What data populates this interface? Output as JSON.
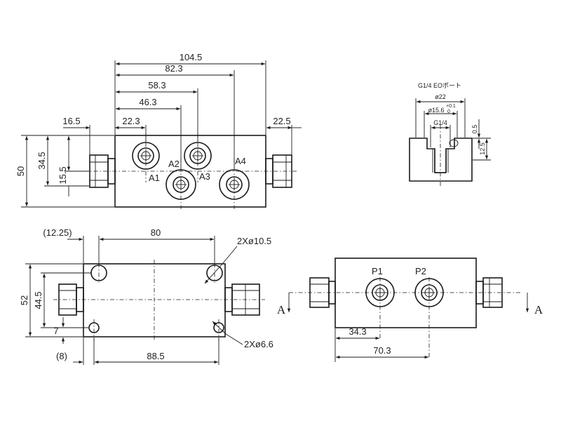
{
  "top_view": {
    "dims": {
      "d104_5": "104.5",
      "d82_3": "82.3",
      "d58_3": "58.3",
      "d46_3": "46.3",
      "d16_5": "16.5",
      "d22_3": "22.3",
      "d22_5": "22.5",
      "d50": "50",
      "d34_5": "34.5",
      "d15_5": "15.5"
    },
    "ports": {
      "a1": "A1",
      "a2": "A2",
      "a3": "A3",
      "a4": "A4"
    }
  },
  "section_detail": {
    "title": "G1/4 EOポート",
    "d22": "ø22",
    "d15_6": "ø15.6",
    "tol_plus": "+0.1",
    "tol_zero": "0",
    "thread": "G1/4",
    "d0_5": "0.5",
    "d12_5": "12.5"
  },
  "bottom_left": {
    "d12_25": "(12.25)",
    "d80": "80",
    "d10_5": "2Xø10.5",
    "d52": "52",
    "d44_5": "44.5",
    "d7": "7",
    "d8": "(8)",
    "d88_5": "88.5",
    "d6_6": "2Xø6.6"
  },
  "bottom_right": {
    "p1": "P1",
    "p2": "P2",
    "d34_3": "34.3",
    "d70_3": "70.3",
    "section_left": "A",
    "section_right": "A"
  }
}
